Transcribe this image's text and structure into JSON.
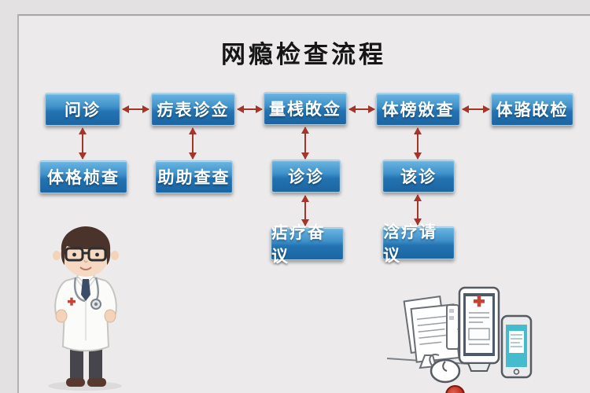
{
  "page": {
    "title": "网瘾检查流程"
  },
  "flowchart": {
    "row1": [
      "问诊",
      "疠表诊佥",
      "量桟敀佥",
      "体榜敓查",
      "体骆敀检"
    ],
    "row2": [
      "体格桢查",
      "助助查查",
      "诊诊",
      "该诊"
    ],
    "row3": [
      "痁疗奋议",
      "浛疗请议"
    ],
    "connections": [
      "row1-1 <-> row1-2",
      "row1-2 <-> row1-3",
      "row1-3 <-> row1-4",
      "row1-4 <-> row1-5",
      "row1-1 <-> row2-1",
      "row1-2 <-> row2-2",
      "row1-3 <-> row2-3",
      "row1-4 <-> row2-4",
      "row2-3 <-> row3-1",
      "row2-4 <-> row3-2"
    ]
  },
  "illustrations": {
    "doctor": "cartoon-doctor-with-stethoscope",
    "devices": "medical-devices-sketch (monitor with papers, kiosk with red cross, smartphone, mouse)",
    "stamp": "red-circular-stamp-partially-visible"
  },
  "colors": {
    "background": "#eceaea",
    "box_gradient_top": "#6cb6e2",
    "box_gradient_bottom": "#1b66a3",
    "box_text": "#ffffff",
    "arrow": "#a3352a",
    "title_text": "#161616",
    "phone_screen": "#45bccd",
    "red_cross": "#c94335"
  }
}
